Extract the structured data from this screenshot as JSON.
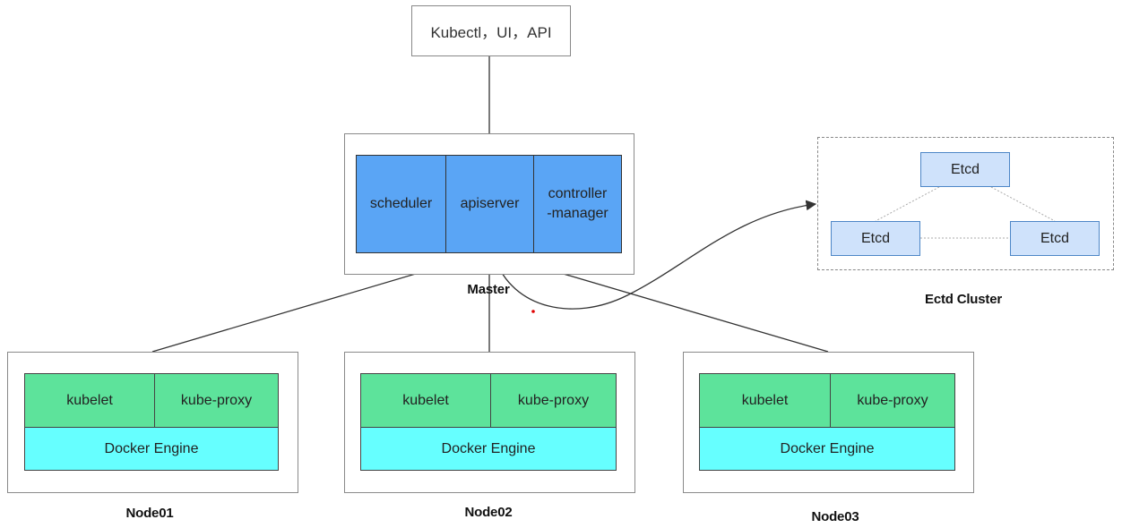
{
  "client": {
    "label": "Kubectl，UI，API"
  },
  "master": {
    "label": "Master",
    "components": [
      "scheduler",
      "apiserver",
      "controller\n-manager"
    ]
  },
  "etcd_cluster": {
    "label": "Ectd Cluster",
    "nodes": [
      "Etcd",
      "Etcd",
      "Etcd"
    ]
  },
  "nodes": [
    {
      "label": "Node01",
      "kubelet": "kubelet",
      "proxy": "kube-proxy",
      "engine": "Docker Engine"
    },
    {
      "label": "Node02",
      "kubelet": "kubelet",
      "proxy": "kube-proxy",
      "engine": "Docker Engine"
    },
    {
      "label": "Node03",
      "kubelet": "kubelet",
      "proxy": "kube-proxy",
      "engine": "Docker Engine"
    }
  ],
  "colors": {
    "master_component": "#5aa5f5",
    "etcd_fill": "#cfe2fb",
    "kube_component": "#5de39b",
    "docker_engine": "#66ffff",
    "arrow": "#333333"
  }
}
